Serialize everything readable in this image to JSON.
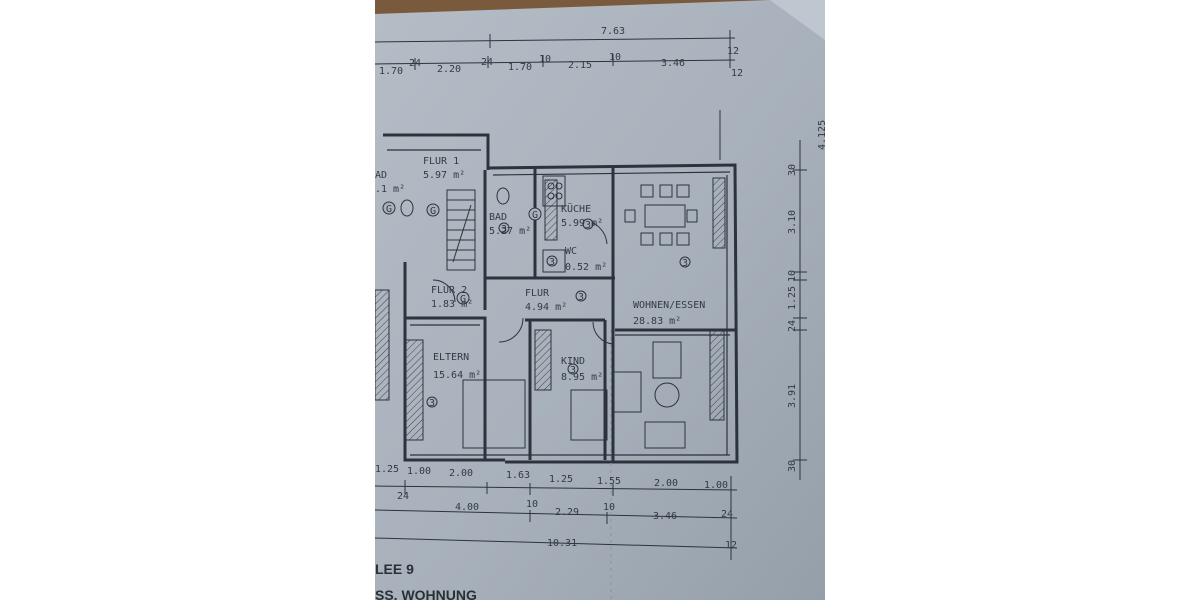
{
  "title_fragment": "LEE 9",
  "subtitle_fragment": "SS. WOHNUNG",
  "dimensions": {
    "top_total": "7.63",
    "top_row": [
      "1.70",
      "24",
      "2.20",
      "24",
      "1.70",
      "10",
      "2.15",
      "10",
      "3.46",
      "12"
    ],
    "top_right_small": "12",
    "right_col": [
      "30",
      "3.10",
      "10",
      "1.25",
      "24",
      "3.91",
      "30"
    ],
    "right_top_partial": "4.125",
    "bottom_row1": [
      "1.25",
      "1.00",
      "2.00",
      "1.63",
      "1.25",
      "1.55",
      "2.00",
      "1.00"
    ],
    "bottom_row2": [
      "24",
      "4.00",
      "10",
      "2.29",
      "10",
      "3.46",
      "24"
    ],
    "bottom_total": "10.31",
    "bottom_right_small": "12"
  },
  "rooms": [
    {
      "name": "FLUR 1",
      "area": "5.97 m²"
    },
    {
      "name": "AD",
      "area": ".1 m²"
    },
    {
      "name": "BAD",
      "area": "5.27 m²"
    },
    {
      "name": "KÜCHE",
      "area": "5.99 m²"
    },
    {
      "name": "WC",
      "area": "0.52 m²"
    },
    {
      "name": "FLUR 2",
      "area": "1.83 m²"
    },
    {
      "name": "FLUR",
      "area": "4.94 m²"
    },
    {
      "name": "WOHNEN/ESSEN",
      "area": "28.83 m²"
    },
    {
      "name": "ELTERN",
      "area": "15.64 m²"
    },
    {
      "name": "KIND",
      "area": "8.95 m²"
    }
  ],
  "markers": {
    "socket": "3",
    "gas": "G"
  },
  "colors": {
    "paper": "#a9b2bc",
    "ink": "#2d333b",
    "wood": "#7a5a3c"
  }
}
